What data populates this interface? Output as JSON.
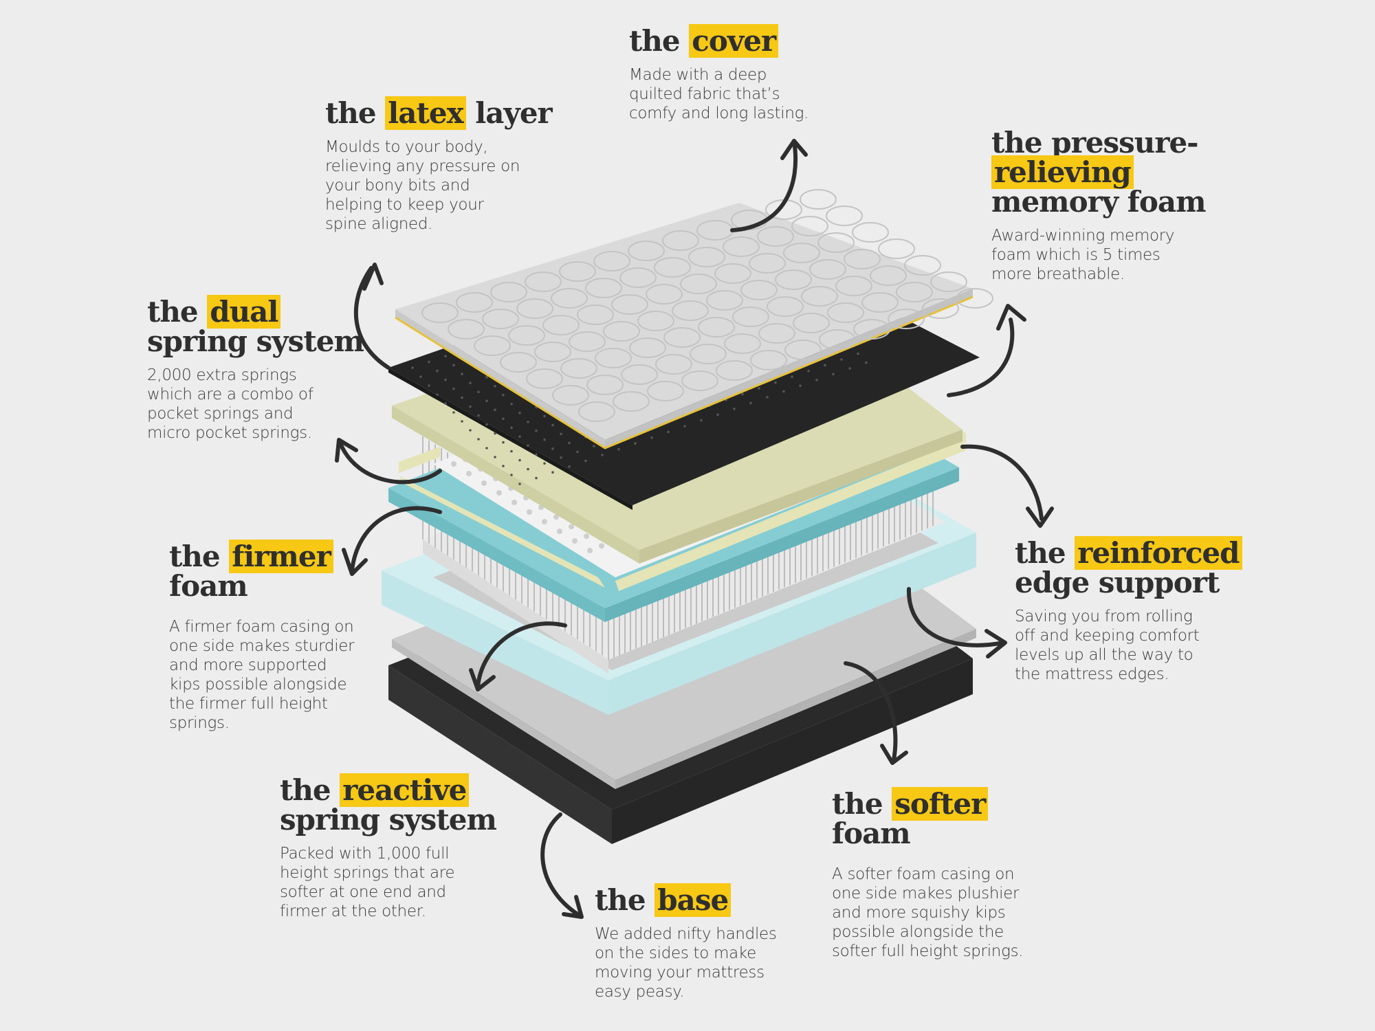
{
  "colors": {
    "background": "#ededed",
    "highlight": "#f7c814",
    "text": "#2f2f2f"
  },
  "labels": {
    "cover": {
      "prefix": "the ",
      "highlight": "cover",
      "suffix": "",
      "line2": "",
      "line3": "",
      "body": [
        "Made with a deep",
        "quilted fabric that’s",
        "comfy and long lasting."
      ]
    },
    "latex": {
      "prefix": "the ",
      "highlight": "latex",
      "suffix": " layer",
      "line2": "",
      "body": [
        "Moulds to your body,",
        "relieving any pressure on",
        "your bony bits and",
        "helping to keep your",
        "spine aligned."
      ]
    },
    "pressure": {
      "line1": "the pressure-",
      "highlight": "relieving",
      "line3": "memory foam",
      "body": [
        "Award-winning memory",
        "foam which is 5 times",
        "more breathable."
      ]
    },
    "dual": {
      "prefix": "the ",
      "highlight": "dual",
      "line2": "spring system",
      "body": [
        "2,000 extra springs",
        "which are a combo of",
        "pocket springs and",
        "micro pocket springs."
      ]
    },
    "firmer": {
      "prefix": "the ",
      "highlight": "firmer",
      "line2": "foam",
      "body": [
        "A firmer foam casing on",
        "one side makes sturdier",
        "and more supported",
        "kips possible alongside",
        "the firmer full height",
        "springs."
      ]
    },
    "reinforced": {
      "prefix": "the ",
      "highlight": "reinforced",
      "line2": "edge support",
      "body": [
        "Saving you from rolling",
        "off and keeping comfort",
        "levels up all the way to",
        "the mattress edges."
      ]
    },
    "reactive": {
      "prefix": "the ",
      "highlight": "reactive",
      "line2": "spring system",
      "body": [
        "Packed with 1,000 full",
        "height springs that are",
        "softer at one end and",
        "firmer at the other."
      ]
    },
    "base": {
      "prefix": "the ",
      "highlight": "base",
      "line2": "",
      "body": [
        "We added nifty handles",
        "on the sides to make",
        "moving your mattress",
        "easy peasy."
      ]
    },
    "softer": {
      "prefix": "the ",
      "highlight": "softer",
      "line2": "foam",
      "body": [
        "A softer foam casing on",
        "one side makes plushier",
        "and more squishy kips",
        "possible alongside the",
        "softer full height springs."
      ]
    }
  },
  "layers": [
    {
      "name": "cover",
      "color": "#d9d9d9"
    },
    {
      "name": "latex layer",
      "color": "#2b2b2b"
    },
    {
      "name": "pressure-relieving memory foam",
      "color": "#dcdcb4"
    },
    {
      "name": "dual spring system",
      "color": "#f4f4f4"
    },
    {
      "name": "blue foam",
      "color": "#7ec9cf"
    },
    {
      "name": "reactive spring system",
      "color": "#f0f0f0"
    },
    {
      "name": "edge support",
      "color": "#c7e8ea"
    },
    {
      "name": "softer foam",
      "color": "#c8c8c8"
    },
    {
      "name": "base",
      "color": "#2a2a2a"
    }
  ]
}
